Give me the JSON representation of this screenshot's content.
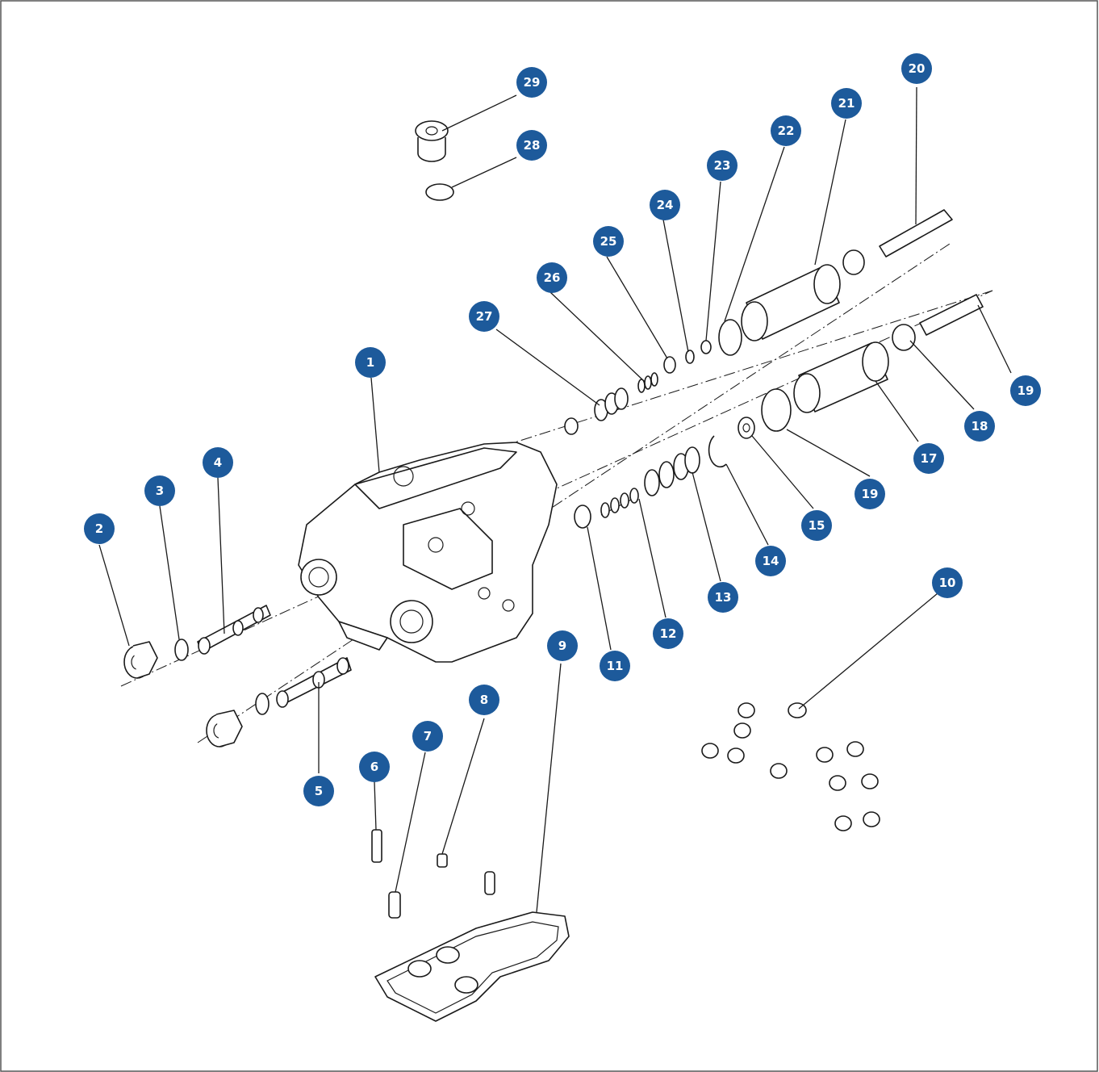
{
  "colors": {
    "badge": "#1d5a9b",
    "badge_text": "#ffffff",
    "line": "#1a1a1a",
    "background": "#ffffff",
    "frame": "#555555"
  },
  "labels": {
    "n1": "1",
    "n2": "2",
    "n3": "3",
    "n4": "4",
    "n5": "5",
    "n6": "6",
    "n7": "7",
    "n8": "8",
    "n9": "9",
    "n10": "10",
    "n11": "11",
    "n12": "12",
    "n13": "13",
    "n14": "14",
    "n15": "15",
    "n17": "17",
    "n18": "18",
    "n19a": "19",
    "n19b": "19",
    "n20": "20",
    "n21": "21",
    "n22": "22",
    "n23": "23",
    "n24": "24",
    "n25": "25",
    "n26": "26",
    "n27": "27",
    "n28": "28",
    "n29": "29"
  }
}
